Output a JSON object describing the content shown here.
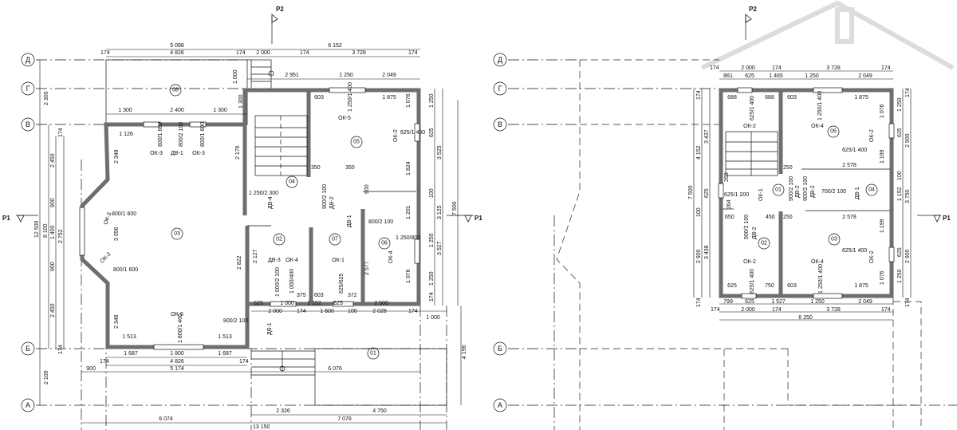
{
  "axes": [
    "Д",
    "Г",
    "В",
    "Б",
    "А"
  ],
  "sections": {
    "p1": "P1",
    "p2": "P2"
  },
  "plan1": {
    "rooms": [
      "01",
      "02",
      "03",
      "04",
      "05",
      "06",
      "07",
      "08"
    ],
    "top_dims": [
      "5 098",
      "6 152",
      "174",
      "4 826",
      "174",
      "2 000",
      "174",
      "3 728",
      "174"
    ],
    "upper_dims": [
      "2 951",
      "1 250",
      "2 049",
      "1 000",
      "1 300",
      "1 300",
      "2 400",
      "1 300"
    ],
    "left_dims": [
      "2 300",
      "12 500",
      "8 100",
      "2 450",
      "900",
      "1 400",
      "900",
      "2 450",
      "2 100",
      "2 752",
      "174",
      "174"
    ],
    "right_dims": [
      "7 500",
      "3 525",
      "3 125",
      "1 250",
      "625",
      "1 076",
      "1 824",
      "1 201",
      "100",
      "1 250",
      "3 527",
      "1 076",
      "1 250",
      "174",
      "4 196"
    ],
    "bottom_dims": [
      "1 687",
      "1 800",
      "1 687",
      "174",
      "4 826",
      "174",
      "900",
      "5 174",
      "6 076",
      "2 326",
      "4 750",
      "6 074",
      "7 076",
      "13 150"
    ],
    "inner_dims": [
      "625",
      "1 000",
      "1 152",
      "625",
      "2 500",
      "2 000",
      "174",
      "1 600",
      "100",
      "2 028",
      "174",
      "1 000",
      "1 513",
      "1 513",
      "1 126",
      "603",
      "1 875",
      "2 348",
      "2 348",
      "3 056",
      "2 822",
      "2 127",
      "2 577",
      "2 176",
      "350",
      "350",
      "900",
      "375",
      "603",
      "372"
    ],
    "openings": [
      "ОК-3",
      "ДВ-1",
      "ОК-3",
      "ОК-5",
      "ОК-2",
      "ОК-4",
      "ДВ-3",
      "ОК-4",
      "ОК-1",
      "ОК-6",
      "ДВ-1",
      "ДВ-2",
      "ДВ-1",
      "ДВ-4",
      "ОК-3",
      "ОК-3"
    ],
    "opening_sizes": [
      "800/1 600",
      "800/2 100",
      "800/1 600",
      "1 250/1 400",
      "625/1 400",
      "1 250/800",
      "1 000/2 100",
      "1 000/400",
      "625/625",
      "1 800/1 400",
      "800/2 100",
      "900/2 100",
      "800/2 100",
      "1 250/2 300",
      "800/1 600",
      "800/1 600"
    ]
  },
  "plan2": {
    "rooms": [
      "01",
      "02",
      "03",
      "04",
      "05"
    ],
    "top_dims": [
      "174",
      "2 000",
      "174",
      "3 728",
      "174",
      "861",
      "625",
      "1 465",
      "1 250",
      "2 049"
    ],
    "inner_dims": [
      "688",
      "688",
      "603",
      "1 875",
      "1 076",
      "1 199",
      "2 578",
      "250",
      "2 578",
      "650",
      "450",
      "250",
      "625",
      "750",
      "603",
      "1 875",
      "1 076",
      "1 199"
    ],
    "left_dims": [
      "7 500",
      "4 152",
      "3 437",
      "625",
      "2 900",
      "3 438",
      "174",
      "174",
      "100",
      "263",
      "264"
    ],
    "right_dims": [
      "1 250",
      "625",
      "2 900",
      "3 750",
      "1 152",
      "100",
      "625",
      "2 900",
      "1 250",
      "174",
      "174"
    ],
    "bottom_dims": [
      "799",
      "625",
      "1 527",
      "1 250",
      "2 049",
      "174",
      "2 000",
      "174",
      "3 728",
      "174",
      "6 250"
    ],
    "openings": [
      "ОК-2",
      "ОК-4",
      "ОК-2",
      "ОК-1",
      "ДВ-2",
      "ДВ-2",
      "ДВ-1",
      "ОК-2",
      "ОК-4",
      "ОК-2",
      "ДВ-2"
    ],
    "opening_sizes": [
      "625/1 400",
      "1 250/1 400",
      "625/1 400",
      "625/1 200",
      "900/2 100",
      "900/2 100",
      "700/2 100",
      "625/1 400",
      "1 250/1 400",
      "625/1 400",
      "900/2 100"
    ]
  },
  "colors": {
    "wall": "#6e6e6e",
    "line": "#111111",
    "watermark": "#d8d8d8"
  }
}
